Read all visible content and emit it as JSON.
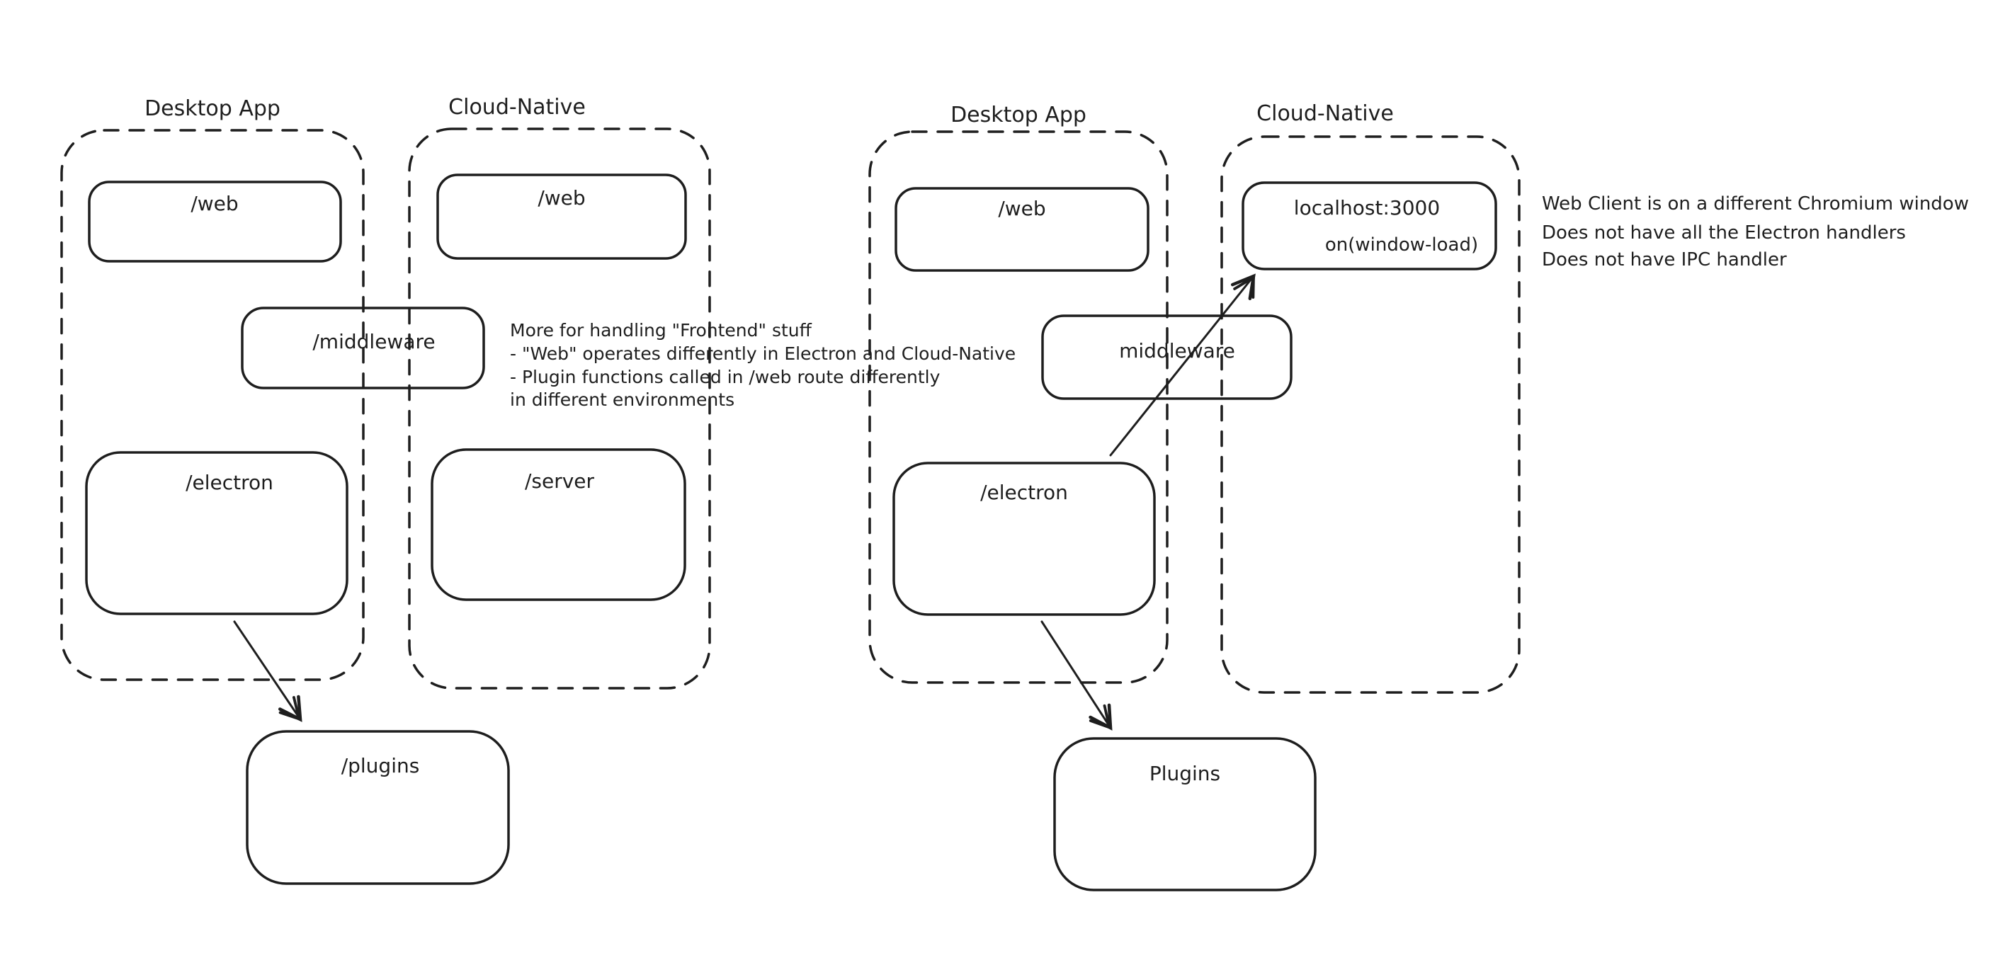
{
  "colors": {
    "ink": "#1e1e1e",
    "green": "#2f9e44",
    "red": "#e03131",
    "background": "#ffffff"
  },
  "left_diagram": {
    "desktop_container": {
      "title": "Desktop App",
      "web_label": "/web",
      "electron_label": "/electron"
    },
    "cloud_container": {
      "title": "Cloud-Native",
      "web_label": "/web",
      "server_label": "/server"
    },
    "middleware_label": "/middleware",
    "plugins_label": "/plugins"
  },
  "right_diagram": {
    "desktop_container": {
      "title": "Desktop App",
      "web_label": "/web",
      "electron_label": "/electron"
    },
    "cloud_container": {
      "title": "Cloud-Native",
      "localhost_label": "localhost:3000",
      "window_load_label": "on(window-load)"
    },
    "middleware_label": "middleware",
    "plugins_label": "Plugins"
  },
  "green_note": {
    "color": "#2f9e44",
    "lines": [
      "More for handling \"Frontend\" stuff",
      "- \"Web\" operates differently in Electron and Cloud-Native",
      "- Plugin functions called in /web route differently",
      "in different environments"
    ]
  },
  "red_note": {
    "color": "#e03131",
    "lines": [
      "Web Client is on a different Chromium window",
      "Does not have all the Electron handlers",
      "Does not have IPC handler"
    ]
  }
}
